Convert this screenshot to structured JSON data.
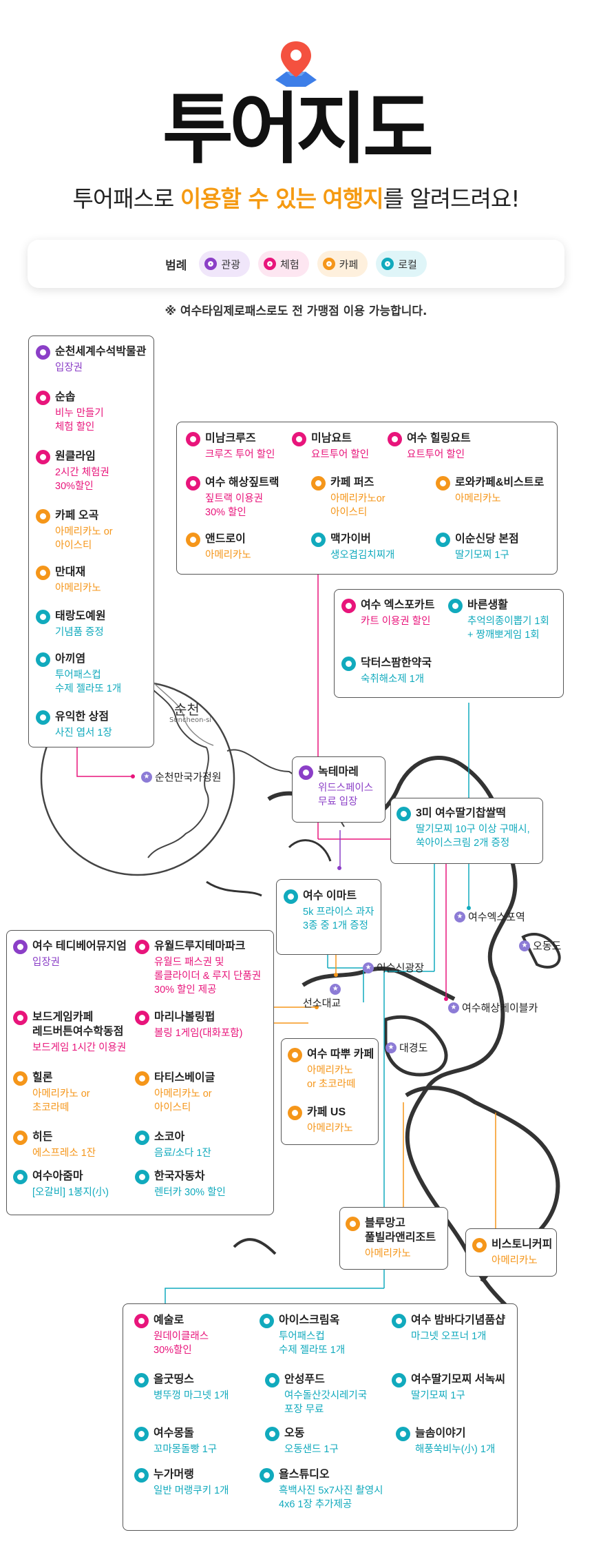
{
  "header": {
    "title": "투어지도",
    "subtitle_prefix": "투어패스로 ",
    "subtitle_highlight_1": "이용할 수 있는",
    "subtitle_middle": " ",
    "subtitle_highlight_2": "여행지",
    "subtitle_suffix": "를 알려드려요!"
  },
  "legend": {
    "title": "범례",
    "items": [
      {
        "label": "관광",
        "color": "#8b3fc7",
        "bg": "#f0e6fa"
      },
      {
        "label": "체험",
        "color": "#e8157b",
        "bg": "#fde6f1"
      },
      {
        "label": "카페",
        "color": "#f5961a",
        "bg": "#fef0dd"
      },
      {
        "label": "로컬",
        "color": "#11aabd",
        "bg": "#dff5f8"
      }
    ]
  },
  "note": "※ 여수타임제로패스로도 전 가맹점 이용 가능합니다.",
  "map": {
    "suncheon_ko": "순천",
    "suncheon_en": "Suncheon-si",
    "locations": {
      "garden": "순천만국가정원",
      "expo": "여수엑스포역",
      "odongdo": "오동도",
      "isunsin": "이순신광장",
      "seonso": "선소대교",
      "daegyeong": "대경도",
      "cablecar": "여수해상케이블카"
    }
  },
  "suncheon_box": [
    {
      "name": "순천세계수석박물관",
      "desc": "입장권",
      "cat": "purple"
    },
    {
      "name": "순솝",
      "desc": "비누 만들기\n체험 할인",
      "cat": "pink"
    },
    {
      "name": "원클라임",
      "desc": "2시간 체험권\n30%할인",
      "cat": "pink"
    },
    {
      "name": "카페 오곡",
      "desc": "아메리카노 or\n아이스티",
      "cat": "orange"
    },
    {
      "name": "만대재",
      "desc": "아메리카노",
      "cat": "orange"
    },
    {
      "name": "태랑도예원",
      "desc": "기념품 증정",
      "cat": "teal"
    },
    {
      "name": "아끼염",
      "desc": "투어패스컵\n수제 젤라또 1개",
      "cat": "teal"
    },
    {
      "name": "유익한 상점",
      "desc": "사진 엽서 1장",
      "cat": "teal"
    }
  ],
  "marina_box": [
    {
      "name": "미남크루즈",
      "desc": "크루즈 투어 할인",
      "cat": "pink"
    },
    {
      "name": "미남요트",
      "desc": "요트투어 할인",
      "cat": "pink"
    },
    {
      "name": "여수 힐링요트",
      "desc": "요트투어 할인",
      "cat": "pink"
    },
    {
      "name": "여수 해상짚트랙",
      "desc": "짚트랙 이용권\n30% 할인",
      "cat": "pink"
    },
    {
      "name": "카페 퍼즈",
      "desc": "아메리카노or\n아이스티",
      "cat": "orange"
    },
    {
      "name": "로와카페&비스트로",
      "desc": "아메리카노",
      "cat": "orange"
    },
    {
      "name": "앤드로이",
      "desc": "아메리카노",
      "cat": "orange"
    },
    {
      "name": "맥가이버",
      "desc": "생오겹김치찌개",
      "cat": "teal"
    },
    {
      "name": "이순신당 본점",
      "desc": "딸기모찌 1구",
      "cat": "teal"
    }
  ],
  "expo_box": [
    {
      "name": "여수 엑스포카트",
      "desc": "카트 이용권 할인",
      "cat": "pink"
    },
    {
      "name": "바른생활",
      "desc": "추억의종이뽑기 1회\n+ 짱깨뽀게임 1회",
      "cat": "teal"
    },
    {
      "name": "닥터스팜한약국",
      "desc": "숙취해소제 1개",
      "cat": "teal"
    }
  ],
  "noktemare": {
    "name": "녹테마레",
    "desc": "위드스페이스\n무료 입장",
    "cat": "purple"
  },
  "strawberry": {
    "name": "3미 여수딸기찹쌀떡",
    "desc": "딸기모찌 10구 이상 구매시,\n쑥아이스크림 2개 증정",
    "cat": "teal"
  },
  "emart": {
    "name": "여수 이마트",
    "desc": "5k 프라이스 과자\n3종 중 1개 증정",
    "cat": "teal"
  },
  "west_box": [
    {
      "name": "여수 테디베어뮤지엄",
      "desc": "입장권",
      "cat": "purple"
    },
    {
      "name": "유월드루지테마파크",
      "desc": "유월드 패스권 및\n롤클라이더 & 루지 단품권\n30% 할인 제공",
      "cat": "pink"
    },
    {
      "name": "보드게임카페\n레드버튼여수학동점",
      "desc": "보드게임 1시간 이용권",
      "cat": "pink"
    },
    {
      "name": "마리나볼링펍",
      "desc": "볼링 1게임(대화포함)",
      "cat": "pink"
    },
    {
      "name": "힐론",
      "desc": "아메리카노 or\n초코라떼",
      "cat": "orange"
    },
    {
      "name": "타티스베이글",
      "desc": "아메리카노 or\n아이스티",
      "cat": "orange"
    },
    {
      "name": "히든",
      "desc": "에스프레소 1잔",
      "cat": "orange"
    },
    {
      "name": "소코아",
      "desc": "음료/소다 1잔",
      "cat": "teal"
    },
    {
      "name": "여수아줌마",
      "desc": "[오갈비] 1봉지(小)",
      "cat": "teal"
    },
    {
      "name": "한국자동차",
      "desc": "렌터카 30% 할인",
      "cat": "teal"
    }
  ],
  "cafe_box": [
    {
      "name": "여수 따뿌 카페",
      "desc": "아메리카노\nor 초코라떼",
      "cat": "orange"
    },
    {
      "name": "카페 US",
      "desc": "아메리카노",
      "cat": "orange"
    }
  ],
  "blue_mango": {
    "name": "블루망고\n풀빌라앤리조트",
    "desc": "아메리카노",
    "cat": "orange"
  },
  "bistro": {
    "name": "비스토니커피",
    "desc": "아메리카노",
    "cat": "orange"
  },
  "bottom_box": [
    {
      "name": "예술로",
      "desc": "원데이클래스\n30%할인",
      "cat": "pink"
    },
    {
      "name": "아이스크림옥",
      "desc": "투어패스컵\n수제 젤라또 1개",
      "cat": "teal"
    },
    {
      "name": "여수 밤바다기념품샵",
      "desc": "마그넷 오프너 1개",
      "cat": "teal"
    },
    {
      "name": "올굿띵스",
      "desc": "병뚜껑 마그넷 1개",
      "cat": "teal"
    },
    {
      "name": "안성푸드",
      "desc": "여수돌산갓시레기국\n포장 무료",
      "cat": "teal"
    },
    {
      "name": "여수딸기모찌 서녹씨",
      "desc": "딸기모찌 1구",
      "cat": "teal"
    },
    {
      "name": "여수몽돌",
      "desc": "꼬마몽돌빵 1구",
      "cat": "teal"
    },
    {
      "name": "오동",
      "desc": "오동샌드 1구",
      "cat": "teal"
    },
    {
      "name": "늘솜이야기",
      "desc": "해풍쑥비누(小) 1개",
      "cat": "teal"
    },
    {
      "name": "누가머랭",
      "desc": "일반 머랭쿠키 1개",
      "cat": "teal"
    },
    {
      "name": "욜스튜디오",
      "desc": "흑백사진 5x7사진 촬영시\n4x6 1장 추가제공",
      "cat": "teal"
    }
  ]
}
